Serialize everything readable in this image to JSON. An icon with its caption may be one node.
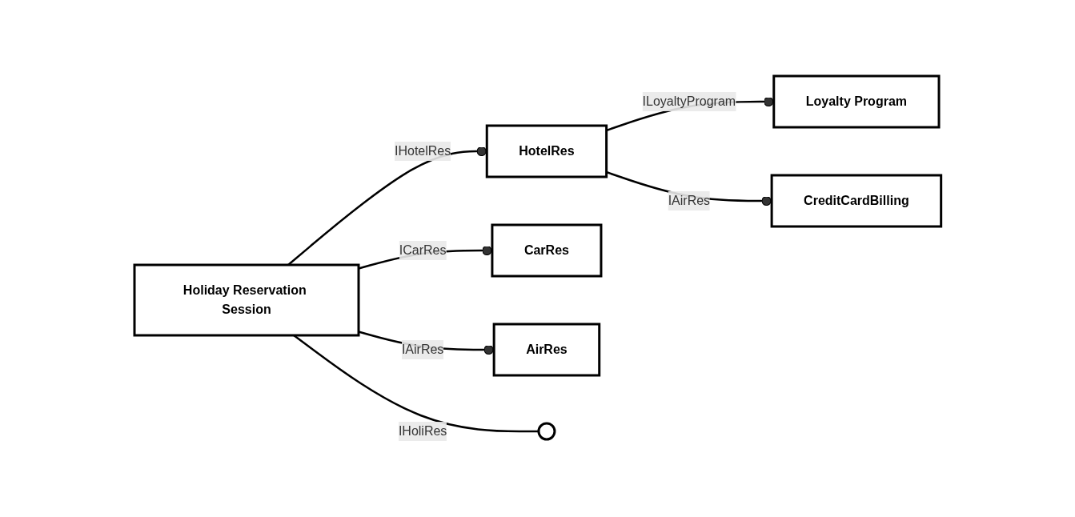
{
  "diagram": {
    "nodes": [
      {
        "text": [
          "Loyalty Program"
        ]
      },
      {
        "text": [
          "Holiday Reservation Session"
        ]
      },
      {
        "text": [
          "HotelRes"
        ]
      },
      {
        "text": [
          "CreditCardBilling"
        ]
      },
      {
        "text": [
          "CarRes"
        ]
      },
      {
        "text": [
          "AirRes"
        ]
      },
      {
        "text": [],
        "shape": "circle"
      }
    ],
    "edges": [
      {
        "from": 1,
        "to": 6,
        "arrow": "none",
        "label": "IHoliRes"
      },
      {
        "from": 2,
        "to": 0,
        "arrow": "other",
        "label": "ILoyaltyProgram"
      },
      {
        "from": 1,
        "to": 2,
        "arrow": "other",
        "label": "IHotelRes"
      },
      {
        "from": 2,
        "to": 3,
        "arrow": "other",
        "label": "IAirRes"
      },
      {
        "from": 1,
        "to": 4,
        "arrow": "other",
        "label": "ICarRes"
      },
      {
        "from": 1,
        "to": 5,
        "arrow": "other",
        "label": "IAirRes"
      }
    ]
  }
}
